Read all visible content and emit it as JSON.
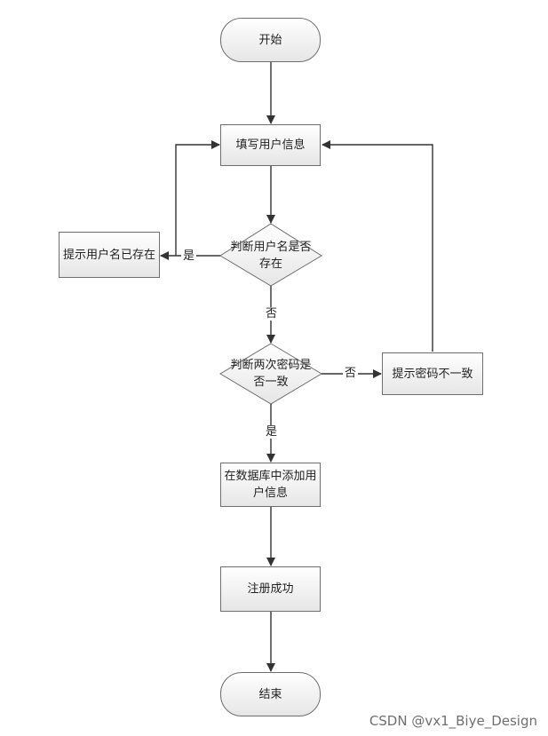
{
  "nodes": {
    "start": "开始",
    "fill_info": "填写用户信息",
    "check_username": "判断用户名是否存在",
    "username_exists": "提示用户名已存在",
    "check_password": "判断两次密码是否一致",
    "password_mismatch": "提示密码不一致",
    "add_to_db": "在数据库中添加用户信息",
    "success": "注册成功",
    "end": "结束"
  },
  "edge_labels": {
    "username_yes": "是",
    "username_no": "否",
    "password_no": "否",
    "password_yes": "是"
  },
  "watermark": "CSDN @vx1_Biye_Design"
}
